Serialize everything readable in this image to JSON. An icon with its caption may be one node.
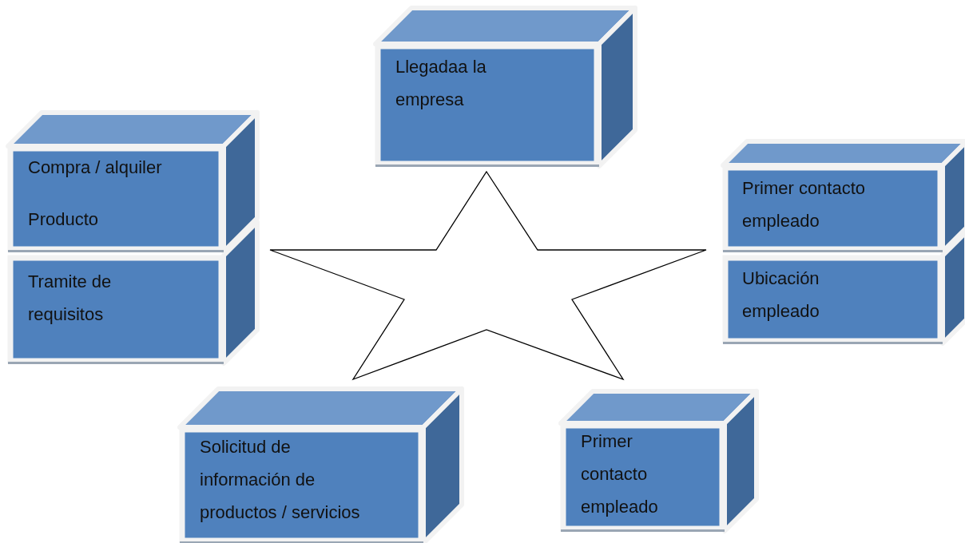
{
  "diagram": {
    "nodes": [
      {
        "text": [
          "Llegadaa la empresa"
        ]
      },
      {
        "text": [
          "Compra / alquiler",
          "Producto"
        ]
      },
      {
        "text": [
          "Primer contacto empleado"
        ]
      },
      {
        "text": [
          "Tramite de requisitos"
        ]
      },
      {
        "text": [
          "Ubicación empleado"
        ]
      },
      {
        "text": [],
        "shape": "star"
      },
      {
        "text": [
          "Solicitud de información de productos / servicios"
        ]
      },
      {
        "text": [
          "Primer contacto empleado"
        ]
      }
    ]
  }
}
